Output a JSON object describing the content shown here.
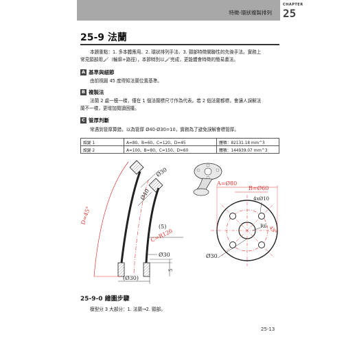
{
  "header": {
    "running_title": "特徵-環狀複製排列",
    "chapter_label": "CHAPTER",
    "chapter_number": "25"
  },
  "title": "25-9 法蘭",
  "intro": {
    "line1": "本題重點：1. 多本體應用、2. 環狀排列手法、3. 頸部特徵關聯性的先後手法。實務上",
    "line2": "常見頸部用🖌（輪廓+路徑），本節特別以🖌完成，更能體會特徵的簡易畫法。"
  },
  "sections": {
    "a": {
      "badge": "A",
      "title": "基準與細節",
      "text": "由前視圖 45 度得知法蘭位置基準。"
    },
    "b": {
      "badge": "B",
      "title": "複製法",
      "line1": "法蘭 2 處一模一樣，僅在 1 個法蘭標尺寸作為代表。若 2 個法蘭都標，會讓人誤解法",
      "line2": "蘭不一樣，更增加閱讀困擾。"
    },
    "c": {
      "badge": "C",
      "title": "管厚判斷",
      "text": "常遇到管厚算錯，以為管厚 Ø40-Ø30=10，實務為了避免誤解會標管厚。"
    }
  },
  "table": [
    {
      "name": "設變 1",
      "params": "A=80、B=60、C=120、D=45",
      "volume": "體積：82131.18 mm^3"
    },
    {
      "name": "設變 2",
      "params": "A=100、B=80、C=150、D=60",
      "volume": "體積：144939.07 mm^3"
    }
  ],
  "drawing": {
    "d_label": "D=45°",
    "phi30_top": "Ø30",
    "phi40": "Ø40",
    "dim5": "(5)",
    "c_label": "C=R120",
    "phi30_side": "Ø30",
    "dim5b": "5",
    "phi30_bottom": "(Ø30)",
    "a_label": "A=Ø80",
    "b_label": "B=Ø60",
    "holes_label": "4xØ10",
    "r6": "R6",
    "phi30_front": "Ø30",
    "angle45": "45°",
    "red": "#e3342f"
  },
  "subsection": {
    "title": "25-9-0 繪圖步驟",
    "text": "模型分 3 大部分：1. 法蘭→2. 頸部。"
  },
  "page_number": "25-13"
}
